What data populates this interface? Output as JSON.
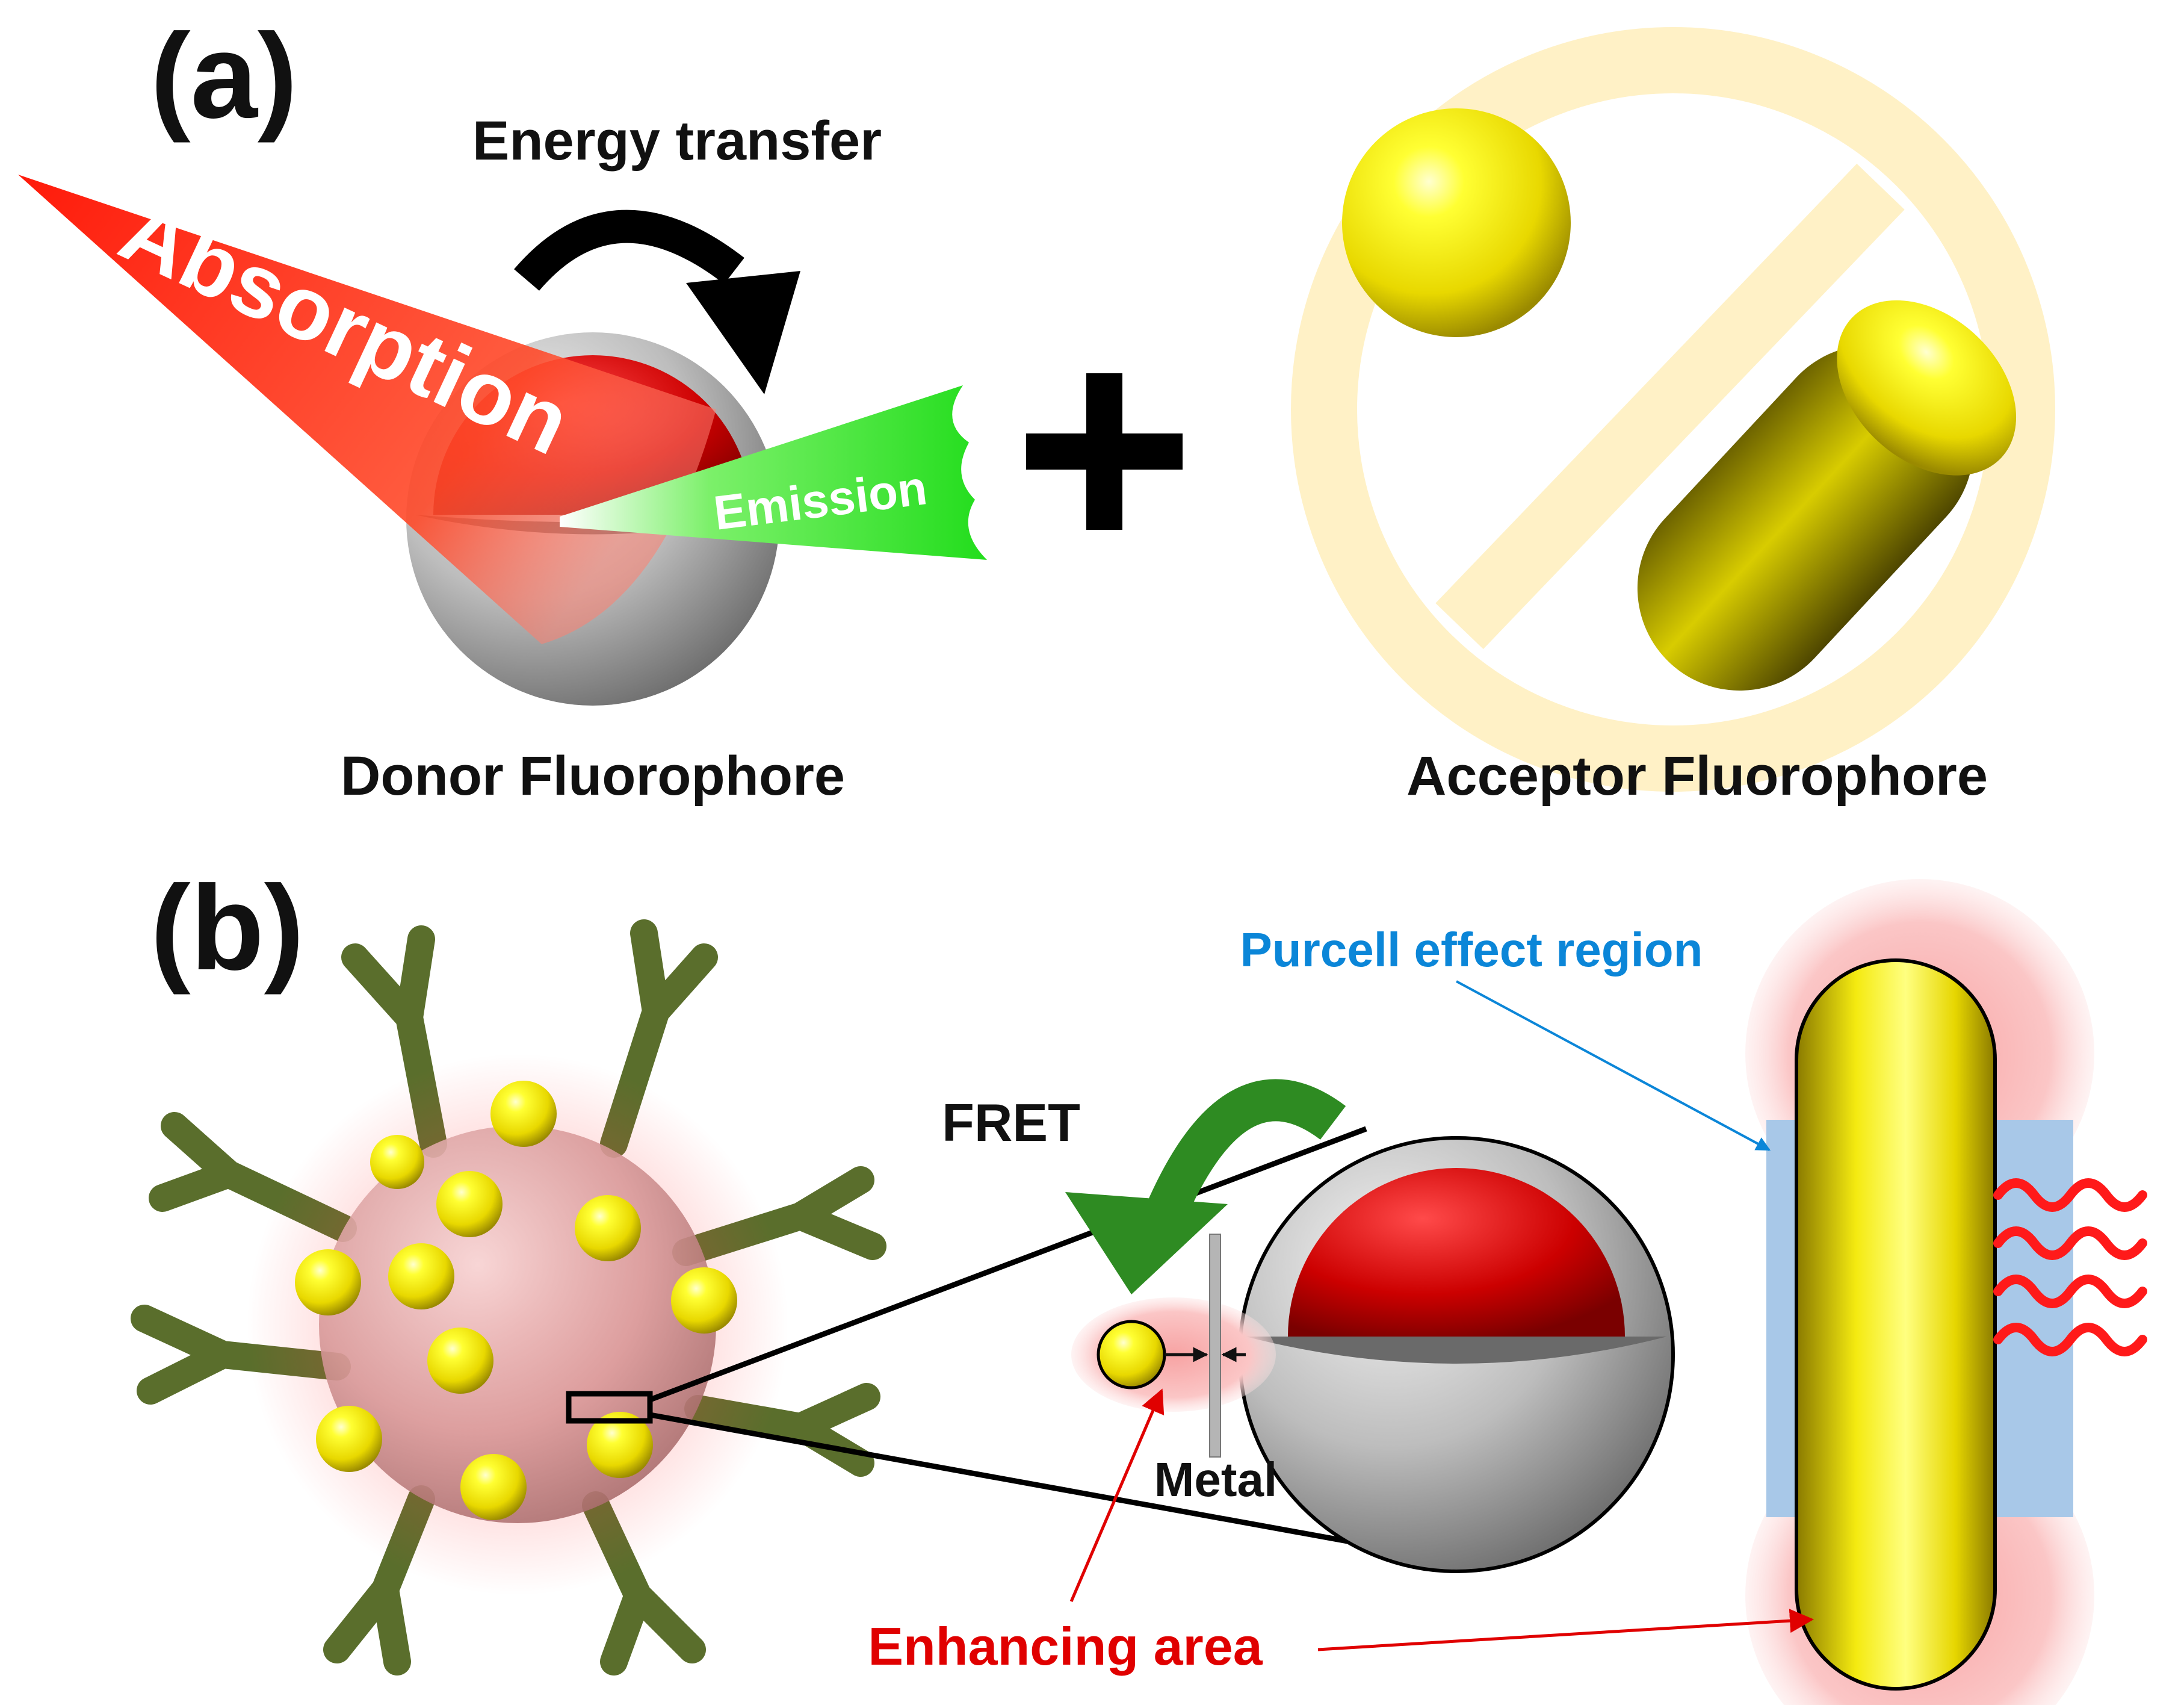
{
  "panel_a": {
    "panel_label": "(a)",
    "energy_transfer": "Energy transfer",
    "absorption": "Absorption",
    "emission": "Emission",
    "plus": "+",
    "donor_label": "Donor Fluorophore",
    "acceptor_label": "Acceptor Fluorophore"
  },
  "panel_b": {
    "panel_label": "(b)",
    "fret": "FRET",
    "purcell": "Purcell effect region",
    "metal": "Metal",
    "enhancing": "Enhancing area"
  },
  "colors": {
    "absorption_red": "#ff2a12",
    "emission_green": "#2ee02a",
    "gold": "#f2e400",
    "core_red": "#c80000",
    "shell_grey": "#a9a9a9",
    "fret_green": "#2e8b22",
    "purcell_blue": "#0b86d8",
    "enhancing_red": "#e00000",
    "antibody_green": "#5a6e2c",
    "prohibition_ring": "#fff1c6"
  }
}
